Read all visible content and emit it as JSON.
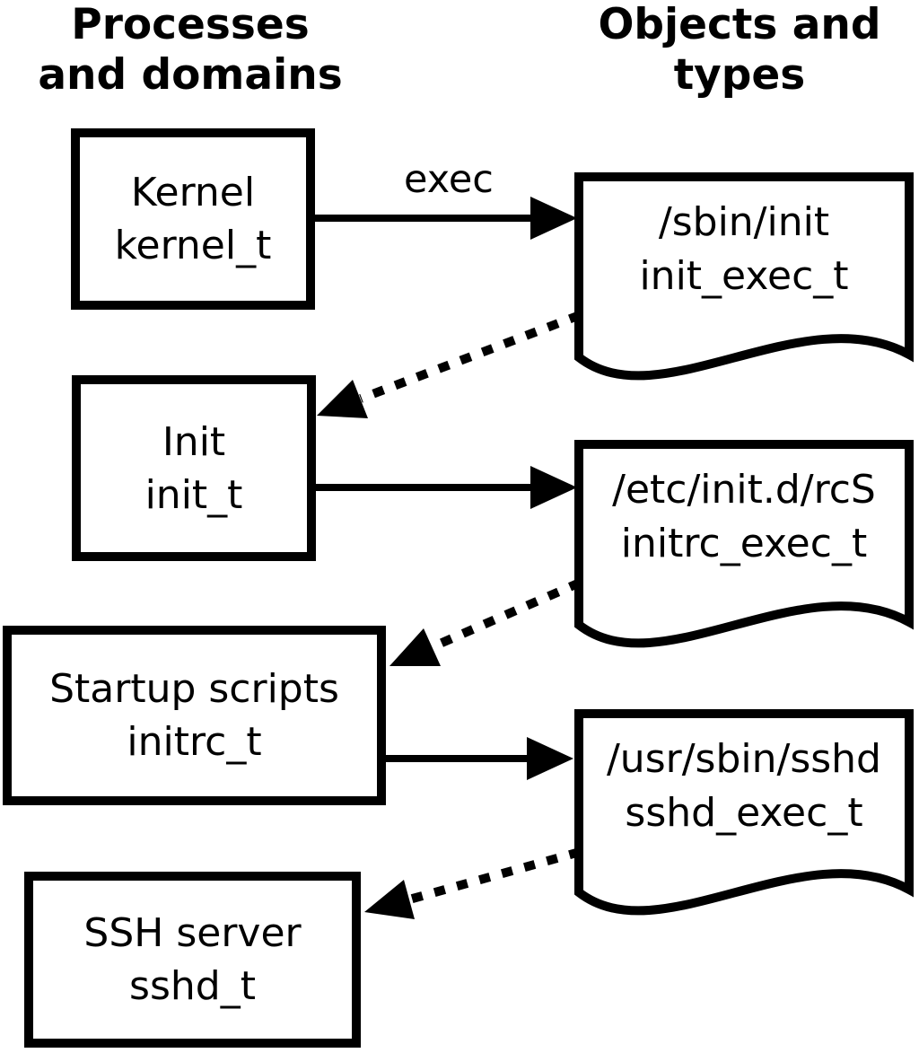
{
  "colors": {
    "ink": "#000000",
    "paper": "#ffffff"
  },
  "headers": {
    "left": {
      "line1": "Processes",
      "line2": "and domains"
    },
    "right": {
      "line1": "Objects and",
      "line2": "types"
    }
  },
  "process_boxes": [
    {
      "label": "Kernel",
      "type": "kernel_t"
    },
    {
      "label": "Init",
      "type": "init_t"
    },
    {
      "label": "Startup scripts",
      "type": "initrc_t"
    },
    {
      "label": "SSH server",
      "type": "sshd_t"
    }
  ],
  "object_docs": [
    {
      "path": "/sbin/init",
      "type": "init_exec_t"
    },
    {
      "path": "/etc/init.d/rcS",
      "type": "initrc_exec_t"
    },
    {
      "path": "/usr/sbin/sshd",
      "type": "sshd_exec_t"
    }
  ],
  "edge_labels": {
    "exec": "exec"
  },
  "relations": {
    "solid_exec_arrows": [
      {
        "from": "kernel_t",
        "to": "init_exec_t",
        "label": "exec"
      },
      {
        "from": "init_t",
        "to": "initrc_exec_t",
        "label": ""
      },
      {
        "from": "initrc_t",
        "to": "sshd_exec_t",
        "label": ""
      }
    ],
    "dotted_transition_arrows": [
      {
        "from": "init_exec_t",
        "to": "init_t"
      },
      {
        "from": "initrc_exec_t",
        "to": "initrc_t"
      },
      {
        "from": "sshd_exec_t",
        "to": "sshd_t"
      }
    ]
  }
}
